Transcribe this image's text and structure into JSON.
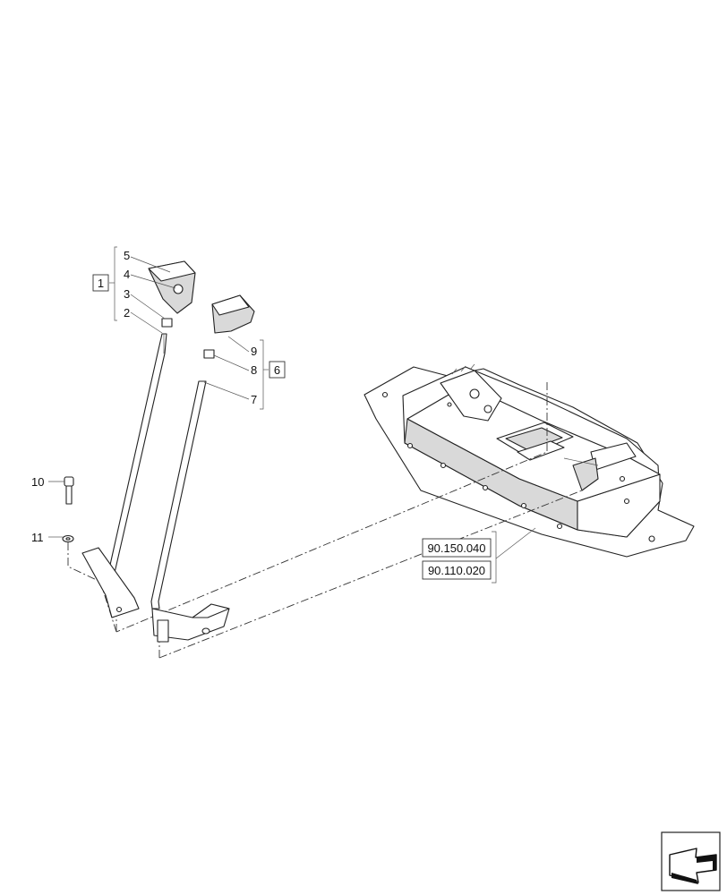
{
  "callouts": {
    "c1": "1",
    "c2": "2",
    "c3": "3",
    "c4": "4",
    "c5": "5",
    "c6": "6",
    "c7": "7",
    "c8": "8",
    "c9": "9",
    "c10": "10",
    "c11": "11"
  },
  "references": [
    "90.150.040",
    "90.110.020"
  ],
  "icons": {
    "navigation": "arrow-back-icon"
  }
}
